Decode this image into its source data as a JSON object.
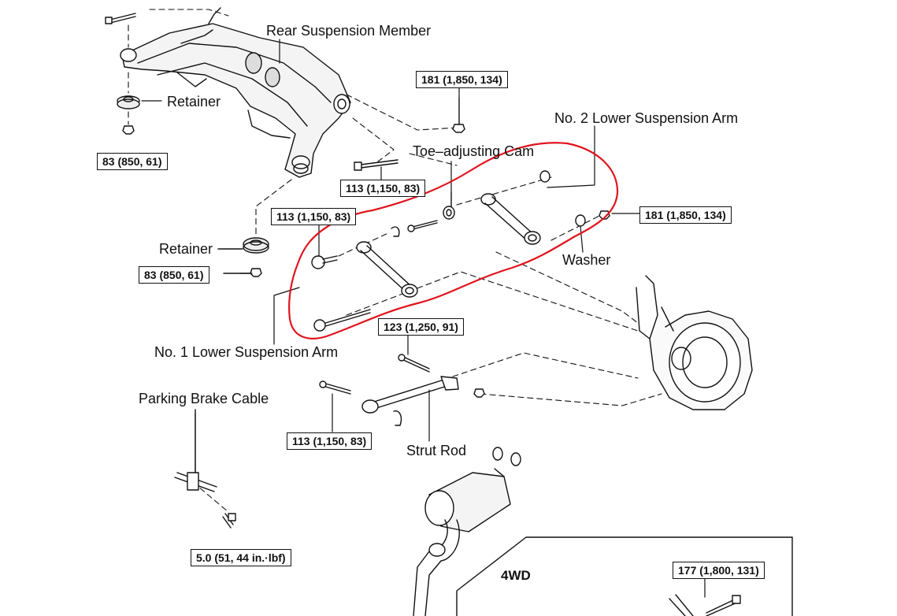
{
  "labels": {
    "rear_suspension_member": "Rear Suspension Member",
    "retainer_top": "Retainer",
    "retainer_mid": "Retainer",
    "toe_adjusting_cam": "Toe–adjusting Cam",
    "no2_lower_arm": "No. 2 Lower Suspension Arm",
    "washer": "Washer",
    "no1_lower_arm": "No. 1 Lower Suspension Arm",
    "parking_brake_cable": "Parking Brake Cable",
    "strut_rod": "Strut Rod",
    "four_wd": "4WD"
  },
  "torque_specs": {
    "t181_top": "181 (1,850, 134)",
    "t83_top": "83 (850, 61)",
    "t113_a": "113 (1,150, 83)",
    "t113_b": "113 (1,150, 83)",
    "t181_right": "181 (1,850, 134)",
    "t83_mid": "83 (850, 61)",
    "t123": "123 (1,250, 91)",
    "t113_c": "113 (1,150, 83)",
    "t5": "5.0 (51, 44 in.·lbf)",
    "t177": "177 (1,800, 131)"
  },
  "colors": {
    "line": "#111111",
    "highlight": "#e0141e",
    "background": "#ffffff"
  }
}
